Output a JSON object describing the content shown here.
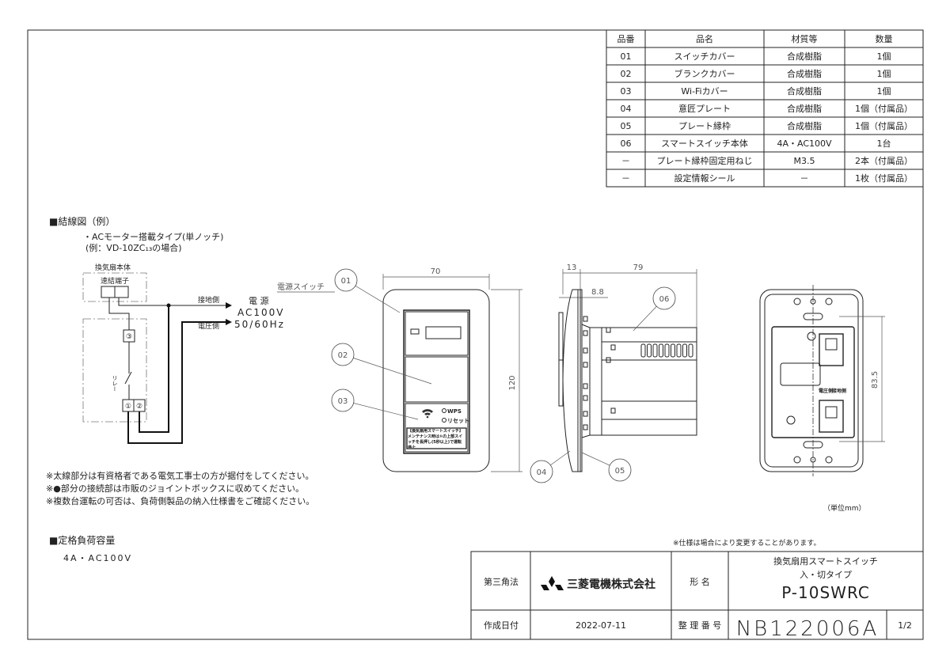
{
  "parts_table": {
    "headers": [
      "品番",
      "品名",
      "材質等",
      "数量"
    ],
    "rows": [
      [
        "01",
        "スイッチカバー",
        "合成樹脂",
        "1個"
      ],
      [
        "02",
        "ブランクカバー",
        "合成樹脂",
        "1個"
      ],
      [
        "03",
        "Wi-Fiカバー",
        "合成樹脂",
        "1個"
      ],
      [
        "04",
        "意匠プレート",
        "合成樹脂",
        "1個（付属品）"
      ],
      [
        "05",
        "プレート縁枠",
        "合成樹脂",
        "1個（付属品）"
      ],
      [
        "06",
        "スマートスイッチ本体",
        "4A・AC100V",
        "1台"
      ],
      [
        "－",
        "プレート縁枠固定用ねじ",
        "M3.5",
        "2本（付属品）"
      ],
      [
        "－",
        "設定情報シール",
        "－",
        "1枚（付属品）"
      ]
    ]
  },
  "wiring": {
    "title": "■結線図（例）",
    "subtitle1": "・ACモーター搭載タイプ(単ノッチ)",
    "subtitle2": "(例：VD-10ZC₁₃の場合)",
    "fan_body": "換気扇本体",
    "terminal": "速結端子",
    "ground_side": "接地側",
    "voltage_side": "電圧側",
    "power_label": "電 源",
    "power_voltage": "AC100V",
    "power_freq": "50/60Hz",
    "relay": "リレー",
    "t1": "①",
    "t2": "②",
    "t3": "③"
  },
  "notes": [
    "※太線部分は有資格者である電気工事士の方が据付をしてください。",
    "※●部分の接続部は市販のジョイントボックスに収めてください。",
    "※複数台運転の可否は、負荷側製品の納入仕様書をご確認ください。"
  ],
  "rating": {
    "title": "■定格負荷容量",
    "value": "4A・AC100V"
  },
  "drawing": {
    "power_switch_label": "電源スイッチ",
    "callouts": [
      "01",
      "02",
      "03",
      "04",
      "05",
      "06"
    ],
    "dim_width": "70",
    "dim_height": "120",
    "dim_depth_front": "13",
    "dim_depth_body": "79",
    "dim_plate": "8.8",
    "dim_pitch": "83.5",
    "wps_label": "WPS",
    "reset_label": "リセット",
    "sticker_text": "【換気扇用スマートスイッチ】メンテナンス時は①の上部スイッチを長押し(5秒以上)で運転停止",
    "back_voltage": "電圧側",
    "back_ground": "接地側",
    "unit": "（単位mm）",
    "spec_note": "※仕様は場合により変更することがあります。"
  },
  "title_block": {
    "projection": "第三角法",
    "company": "三菱電機株式会社",
    "model_label": "形 名",
    "product_name": "換気扇用スマートスイッチ",
    "product_type": "入・切タイプ",
    "model": "P-10SWRC",
    "date_label": "作成日付",
    "date": "2022-07-11",
    "number_label": "整 理 番 号",
    "number": "NB122006A",
    "page": "1/2"
  }
}
